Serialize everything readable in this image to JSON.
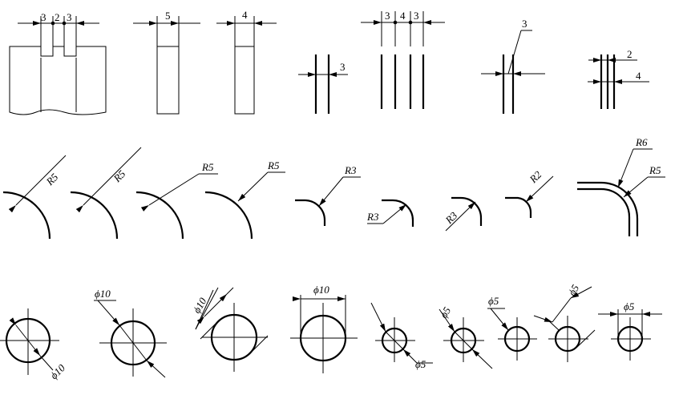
{
  "labels": {
    "lin_a": [
      "3",
      "2",
      "3"
    ],
    "lin_b": "5",
    "lin_c": "4",
    "lin_d": "3",
    "lin_e": [
      "3",
      "4",
      "3"
    ],
    "lin_f": "3",
    "lin_g": [
      "2",
      "4"
    ],
    "rad": [
      "R5",
      "R5",
      "R5",
      "R5",
      "R3",
      "R3",
      "R3",
      "R2",
      "R6",
      "R5"
    ],
    "dia": [
      "ϕ10",
      "ϕ10",
      "ϕ10",
      "ϕ10",
      "ϕ5",
      "ϕ5",
      "ϕ5",
      "ϕ5",
      "ϕ5"
    ]
  }
}
